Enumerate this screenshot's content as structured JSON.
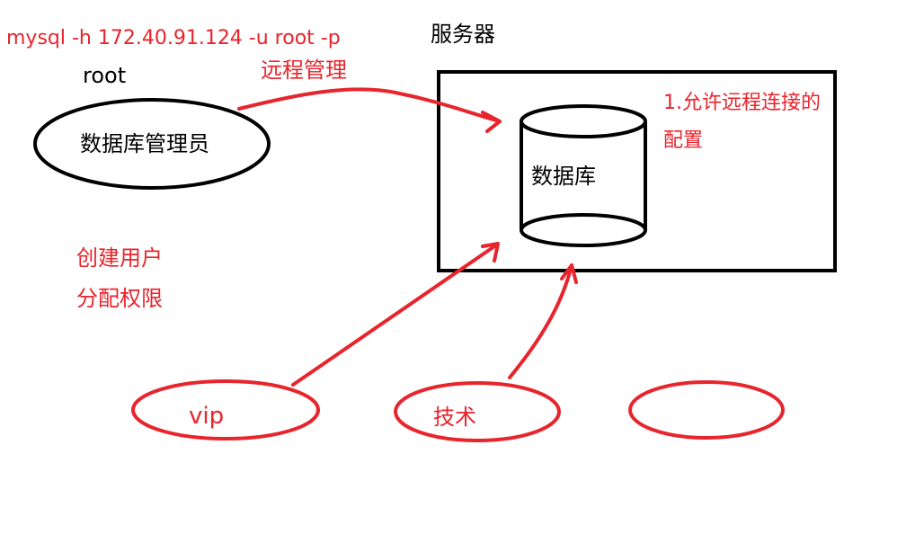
{
  "colors": {
    "red": "#e8242c",
    "black": "#000000",
    "background": "#ffffff"
  },
  "command": "mysql -h 172.40.91.124 -u root -p",
  "server_label": "服务器",
  "admin": {
    "user": "root",
    "role": "数据库管理员"
  },
  "remote_manage_label": "远程管理",
  "database_label": "数据库",
  "config_note": {
    "line1": "1.允许远程连接的",
    "line2": "配置"
  },
  "admin_tasks": {
    "line1": "创建用户",
    "line2": "分配权限"
  },
  "clients": {
    "vip": "vip",
    "tech": "技术",
    "third": ""
  }
}
